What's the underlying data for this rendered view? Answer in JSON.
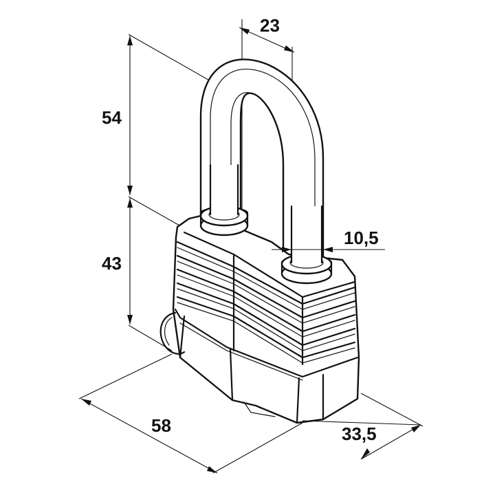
{
  "dimensions": {
    "shackle_height": "54",
    "body_height": "43",
    "shackle_inner_width": "23",
    "shackle_diameter": "10,5",
    "body_width": "58",
    "body_depth": "33,5"
  },
  "colors": {
    "line": "#111111",
    "background": "#ffffff"
  }
}
